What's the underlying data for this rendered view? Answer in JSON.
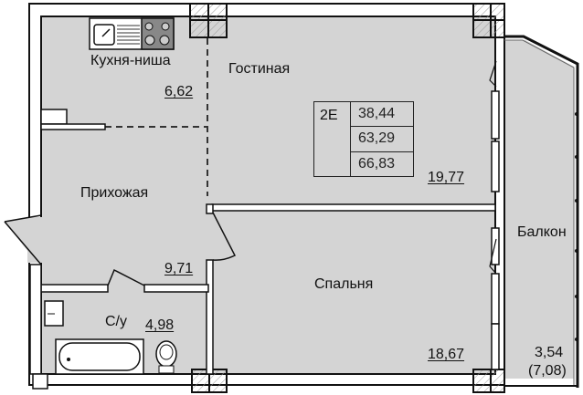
{
  "apartment": {
    "type_code": "2E",
    "areas": [
      "38,44",
      "63,29",
      "66,83"
    ]
  },
  "rooms": [
    {
      "name": "Кухня-ниша",
      "area": "6,62"
    },
    {
      "name": "Гостиная",
      "area": "19,77"
    },
    {
      "name": "Прихожая",
      "area": "9,71"
    },
    {
      "name": "С/у",
      "area": "4,98"
    },
    {
      "name": "Спальня",
      "area": "18,67"
    },
    {
      "name": "Балкон",
      "area": "3,54",
      "area_full": "(7,08)"
    }
  ],
  "colors": {
    "floor": "#d4d4d4",
    "wall": "#111111",
    "background": "#ffffff"
  }
}
